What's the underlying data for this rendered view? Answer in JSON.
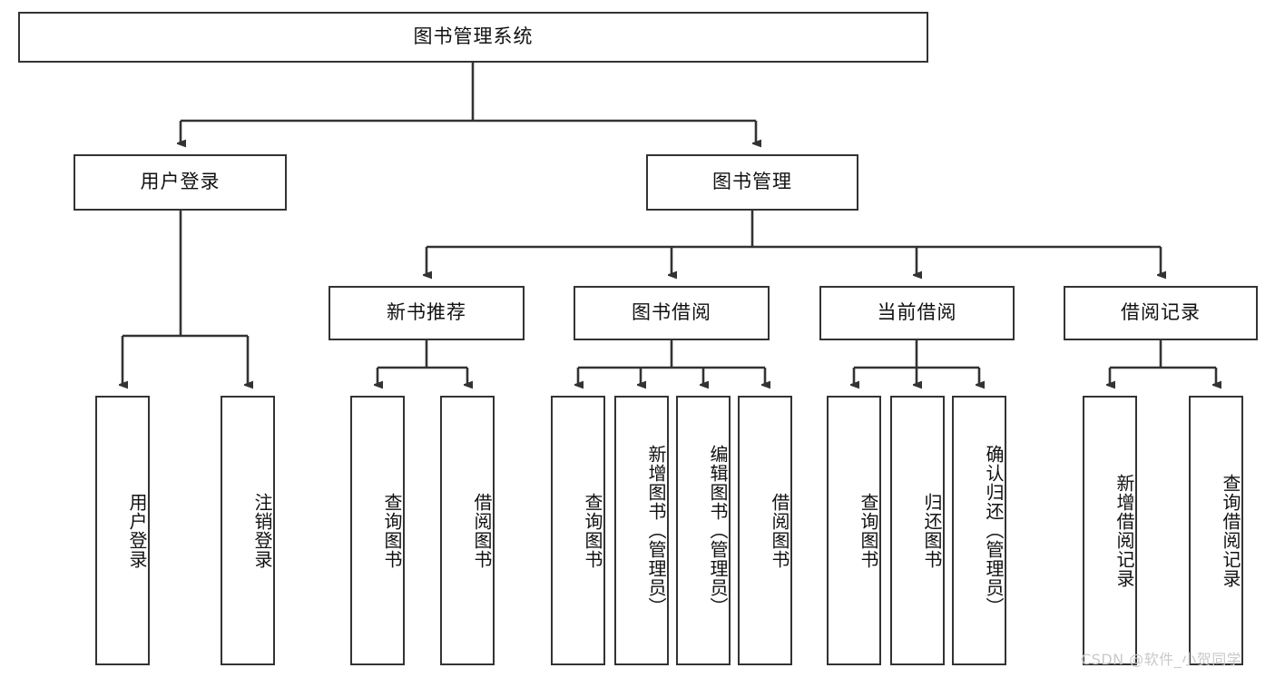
{
  "diagram": {
    "title": "图书管理系统",
    "type": "tree-hierarchy",
    "watermark": "CSDN @软件_小贺同学",
    "colors": {
      "box_border": "#333333",
      "box_fill": "#ffffff",
      "connector": "#333333",
      "text": "#111111",
      "watermark": "#c9c9c9",
      "background": "#ffffff"
    },
    "root": {
      "label": "图书管理系统"
    },
    "level2": [
      {
        "id": "user-login",
        "label": "用户登录"
      },
      {
        "id": "book-management",
        "label": "图书管理"
      }
    ],
    "level3": [
      {
        "id": "new-book-recommend",
        "label": "新书推荐",
        "parent": "book-management"
      },
      {
        "id": "book-borrow",
        "label": "图书借阅",
        "parent": "book-management"
      },
      {
        "id": "current-borrow",
        "label": "当前借阅",
        "parent": "book-management"
      },
      {
        "id": "borrow-record",
        "label": "借阅记录",
        "parent": "book-management"
      }
    ],
    "leaves": [
      {
        "id": "leaf-user-login",
        "label": "用户登录",
        "parent": "user-login"
      },
      {
        "id": "leaf-logout-login",
        "label": "注销登录",
        "parent": "user-login"
      },
      {
        "id": "leaf-query-book-1",
        "label": "查询图书",
        "parent": "new-book-recommend"
      },
      {
        "id": "leaf-borrow-book-1",
        "label": "借阅图书",
        "parent": "new-book-recommend"
      },
      {
        "id": "leaf-query-book-2",
        "label": "查询图书",
        "parent": "book-borrow"
      },
      {
        "id": "leaf-add-book",
        "label": "新增图书（管理员）",
        "parent": "book-borrow"
      },
      {
        "id": "leaf-edit-book",
        "label": "编辑图书（管理员）",
        "parent": "book-borrow"
      },
      {
        "id": "leaf-borrow-book-2",
        "label": "借阅图书",
        "parent": "book-borrow"
      },
      {
        "id": "leaf-query-book-3",
        "label": "查询图书",
        "parent": "current-borrow"
      },
      {
        "id": "leaf-return-book",
        "label": "归还图书",
        "parent": "current-borrow"
      },
      {
        "id": "leaf-confirm-return",
        "label": "确认归还（管理员）",
        "parent": "current-borrow"
      },
      {
        "id": "leaf-add-record",
        "label": "新增借阅记录",
        "parent": "borrow-record"
      },
      {
        "id": "leaf-query-record",
        "label": "查询借阅记录",
        "parent": "borrow-record"
      }
    ]
  }
}
